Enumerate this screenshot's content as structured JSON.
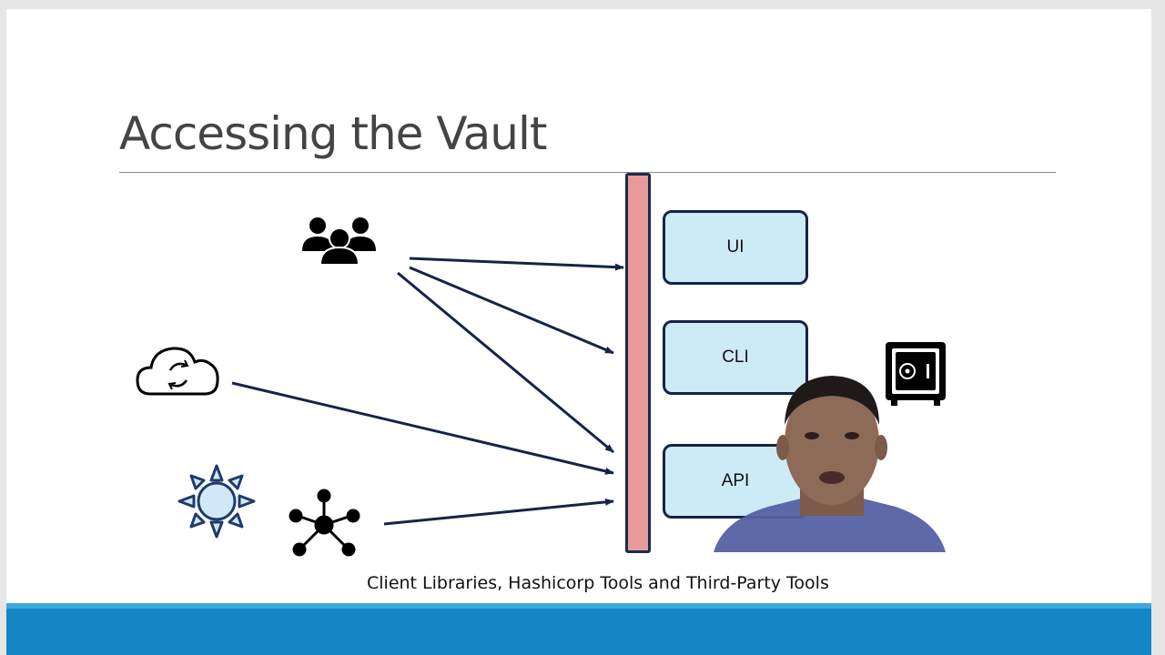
{
  "slide": {
    "title": "Accessing the Vault",
    "caption": "Client Libraries, Hashicorp Tools and Third-Party Tools"
  },
  "access_methods": [
    {
      "label": "UI"
    },
    {
      "label": "CLI"
    },
    {
      "label": "API"
    }
  ],
  "icons": {
    "users": "users-group-icon",
    "cloud": "cloud-sync-icon",
    "sun": "sun-icon",
    "network": "network-hub-icon",
    "vault": "vault-safe-icon"
  },
  "colors": {
    "gateway_fill": "#e89a9a",
    "box_fill": "#cdeaf7",
    "arrow": "#152447",
    "footer": "#1486c6"
  }
}
